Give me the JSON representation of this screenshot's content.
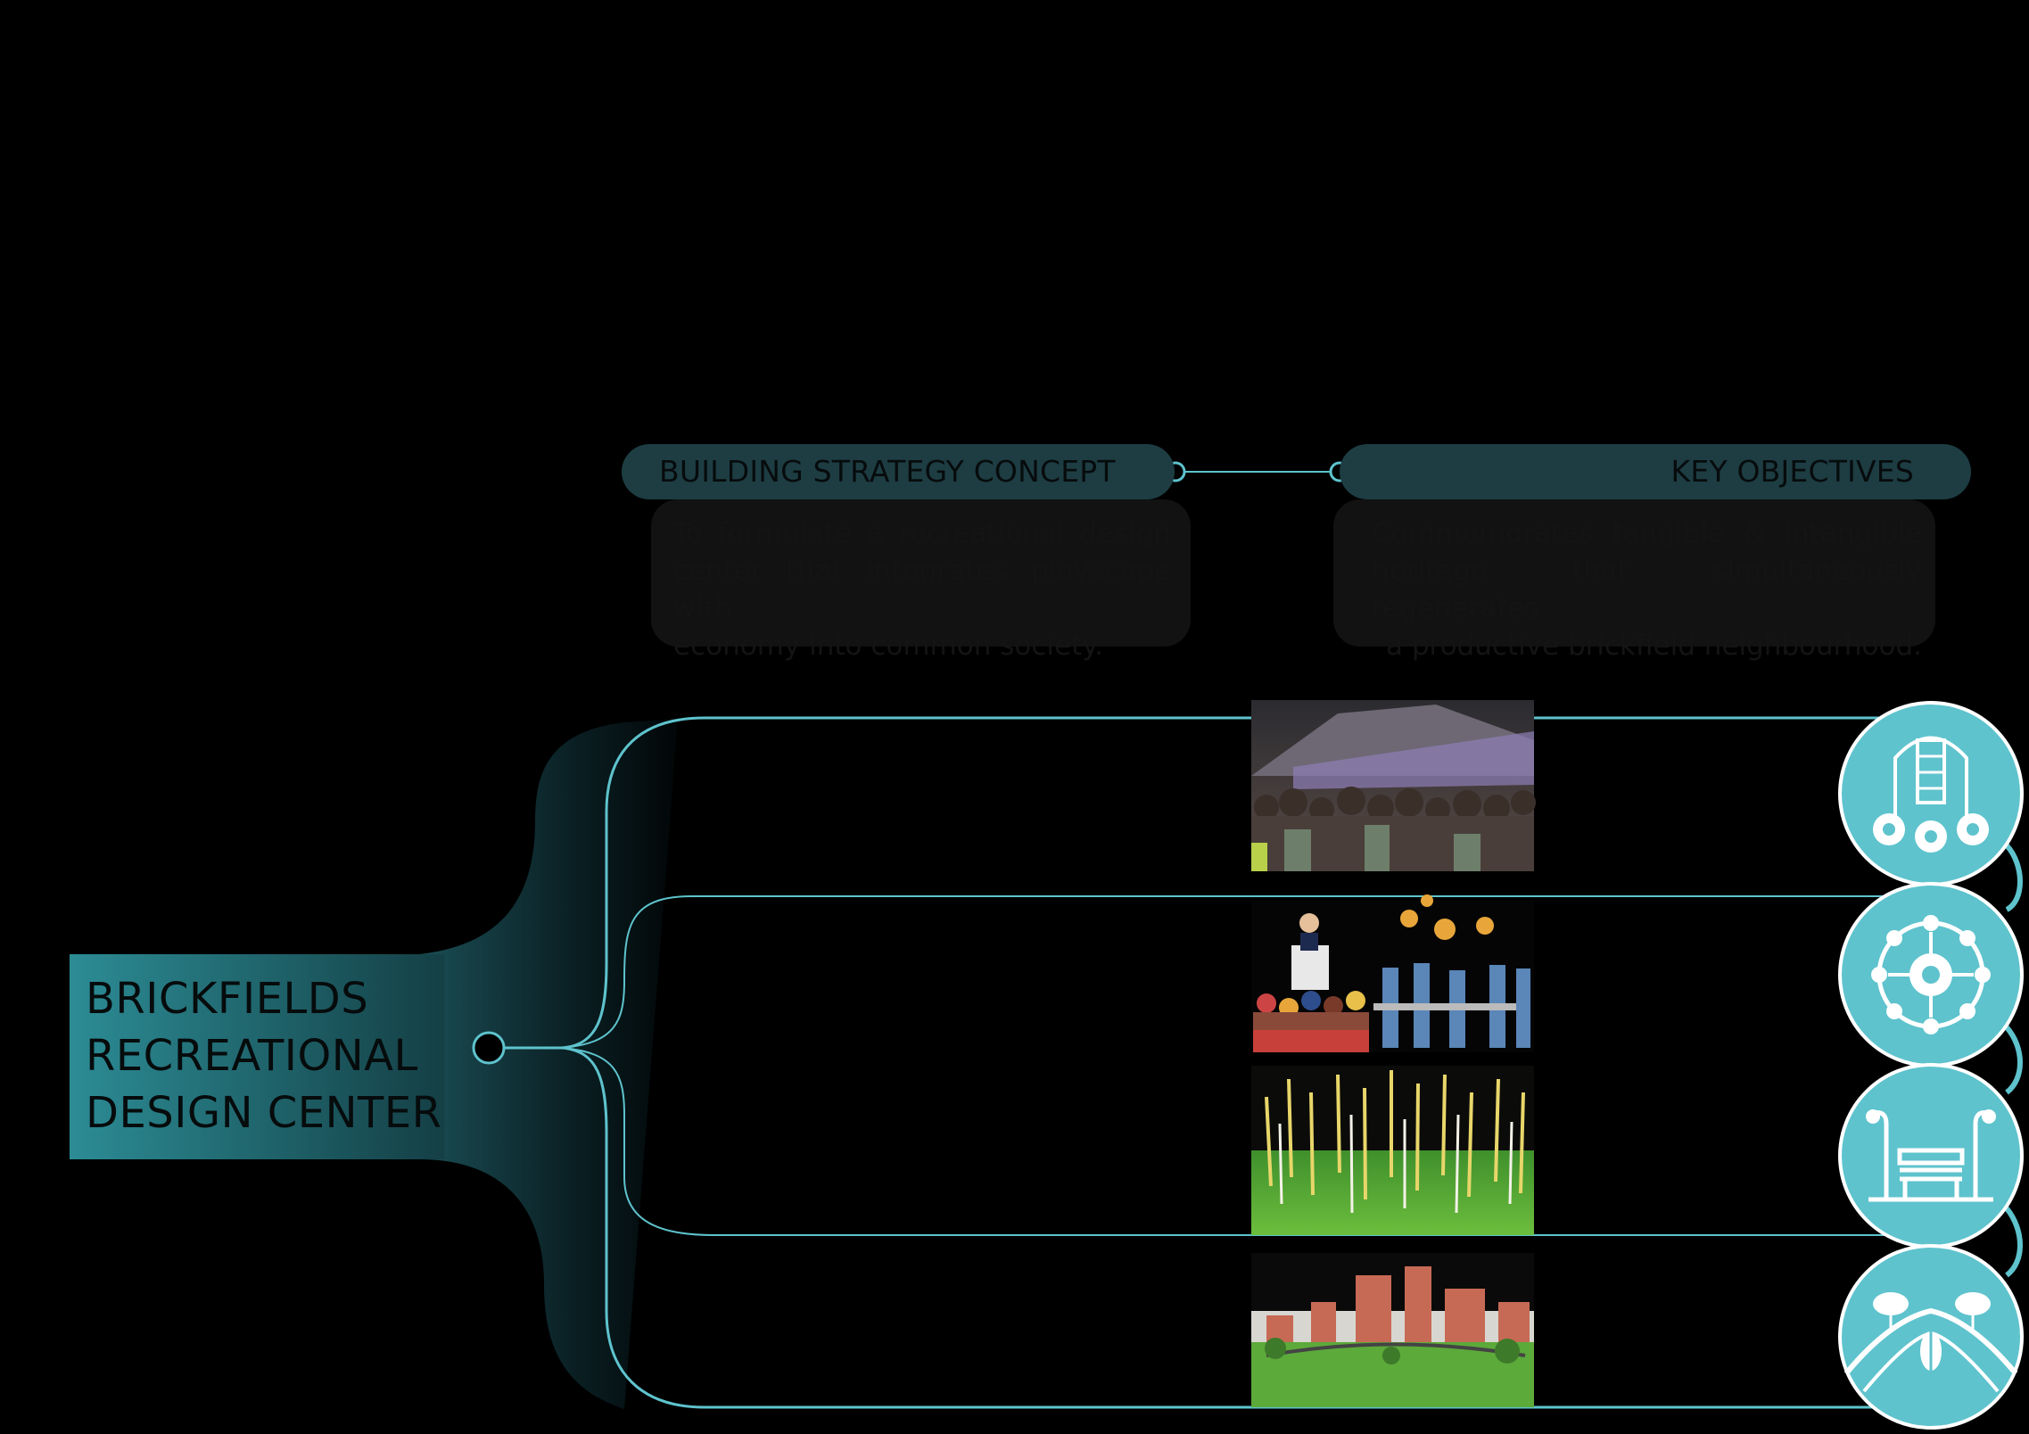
{
  "center": {
    "lines": [
      "BRICKFIELDS",
      "RECREATIONAL",
      "DESIGN CENTER"
    ]
  },
  "strategy": {
    "title": "BUILDING STRATEGY CONCEPT",
    "lines": [
      "To formulate a recreational design",
      "center that integrates playscape with",
      "economy into common society."
    ]
  },
  "objectives": {
    "title": "KEY OBJECTIVES",
    "lines": [
      "Commemorates tangible & intangible",
      "heritage that simultaneously regenerates",
      "a productive brickfield neighbourhood."
    ]
  },
  "branches": [
    {
      "photo": "crowd-festival-photo",
      "icon": "chimney-flowers-icon"
    },
    {
      "photo": "speaker-audience-photo",
      "icon": "network-gear-icon"
    },
    {
      "photo": "light-installation-park-photo",
      "icon": "bench-streetlamps-icon"
    },
    {
      "photo": "housing-park-photo",
      "icon": "hills-balloons-icon"
    }
  ],
  "colors": {
    "accent": "#5ec3cd",
    "teal_dark": "#1d3d43",
    "title_block": "#2c8c95",
    "background": "#000000"
  }
}
